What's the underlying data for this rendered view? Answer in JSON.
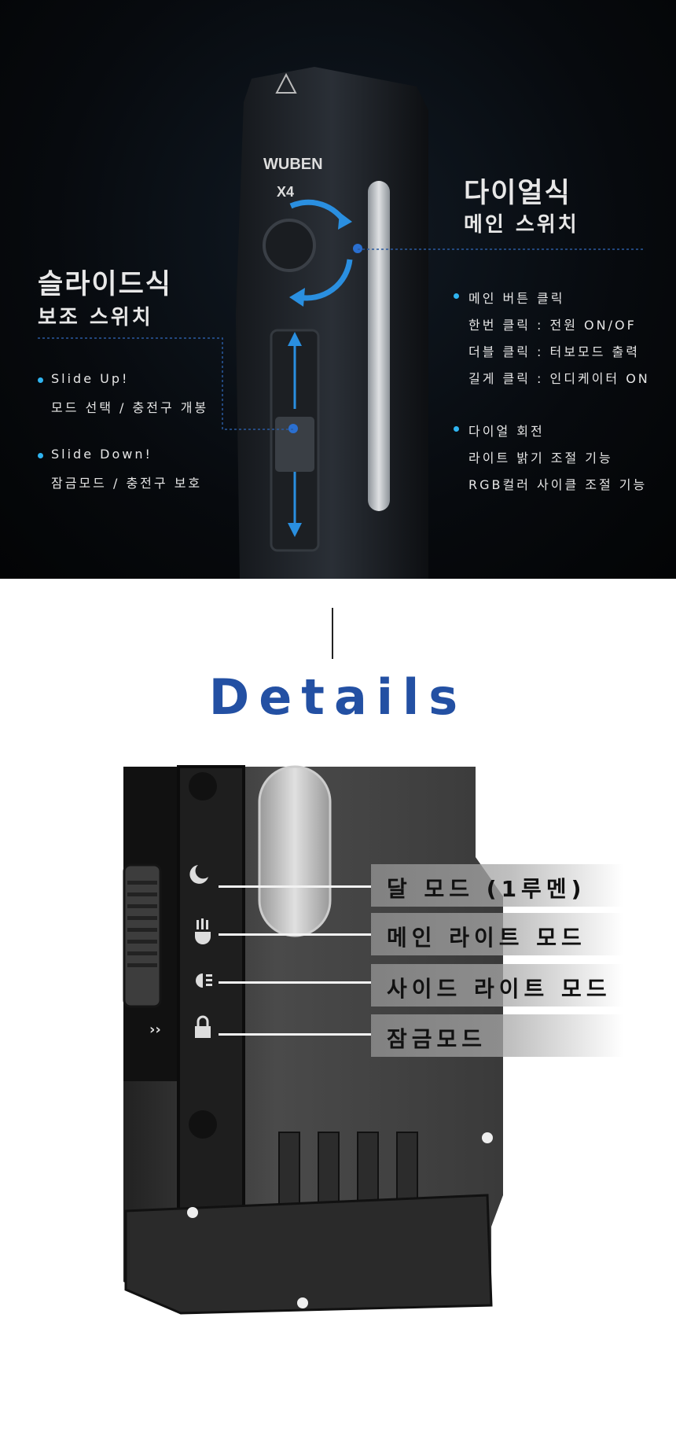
{
  "hero": {
    "left": {
      "title": "슬라이드식",
      "subtitle": "보조 스위치",
      "items": [
        {
          "head": "Slide Up!",
          "desc": "모드 선택 / 충전구 개봉"
        },
        {
          "head": "Slide Down!",
          "desc": "잠금모드 / 충전구 보호"
        }
      ]
    },
    "right": {
      "title": "다이얼식",
      "subtitle": "메인 스위치",
      "groups": [
        {
          "head": "메인 버튼 클릭",
          "lines": [
            "한번 클릭 : 전원 ON/OF",
            "더블 클릭 : 터보모드 출력",
            "길게 클릭 : 인디케이터 ON"
          ]
        },
        {
          "head": "다이얼 회전",
          "lines": [
            "라이트 밝기 조절 기능",
            "RGB컬러 사이클 조절 기능"
          ]
        }
      ]
    },
    "product_brand": "WUBEN",
    "product_model": "X4"
  },
  "details": {
    "title": "Details",
    "modes": [
      {
        "icon": "moon-icon",
        "label": "달 모드 (1루멘)"
      },
      {
        "icon": "main-light-icon",
        "label": "메인 라이트 모드"
      },
      {
        "icon": "side-light-icon",
        "label": "사이드 라이트 모드"
      },
      {
        "icon": "lock-icon",
        "label": "잠금모드"
      }
    ]
  },
  "colors": {
    "accent": "#2350a3",
    "bullet": "#2fb4f0",
    "arrow": "#2a8fe0"
  }
}
